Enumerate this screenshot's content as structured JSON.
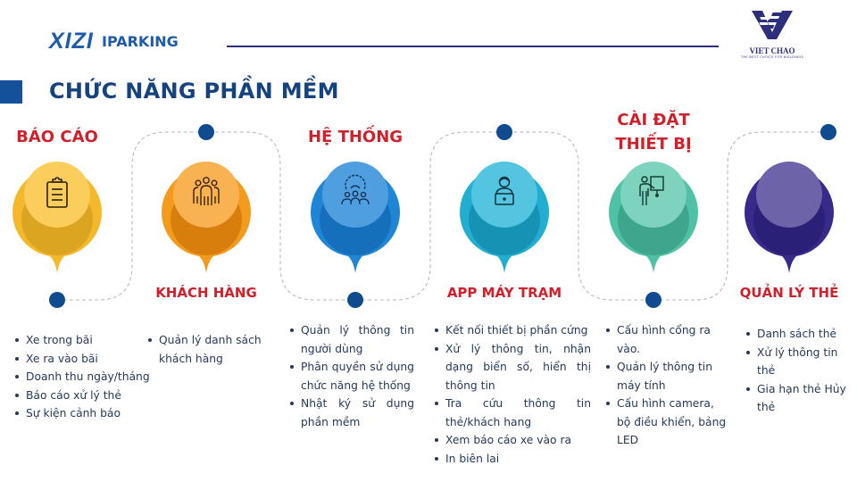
{
  "header": {
    "brand_logo": "XIZI",
    "brand_product": "IPARKING",
    "partner_logo": {
      "name": "VIET CHAO",
      "tagline": "THE BEST CHOICE FOR BUILDINGS"
    }
  },
  "page_title": "CHỨC NĂNG PHẦN MỀM",
  "colors": {
    "title": "#15437f",
    "category_label": "#d0202a",
    "connector_dot": "#0f4c8f",
    "bao_cao": "#f5b82a",
    "khach_hang": "#f49a1c",
    "he_thong": "#1f86d6",
    "app_may_tram": "#22aed1",
    "cai_dat_thiet_bi": "#4fc2a6",
    "quan_ly_the": "#372a8a"
  },
  "categories": [
    {
      "label": "BÁO CÁO",
      "icon": "clipboard-icon",
      "features": [
        "Xe trong bãi",
        "Xe ra vào bãi",
        "Doanh thu ngày/tháng",
        "Báo cáo xử lý thẻ",
        "Sự kiện cảnh báo"
      ]
    },
    {
      "label": "KHÁCH HÀNG",
      "icon": "customers-group-icon",
      "features": [
        "Quản lý danh sách khách hàng"
      ]
    },
    {
      "label": "HỆ THỐNG",
      "icon": "gear-users-icon",
      "features": [
        "Quản lý thông tin người dùng",
        "Phân quyền sử dụng chức năng hệ thống",
        "Nhật ký sử dụng phần mềm"
      ]
    },
    {
      "label": "APP MÁY TRẠM",
      "icon": "user-laptop-icon",
      "features": [
        "Kết nối thiết bị phần cứng",
        "Xử lý thông tin, nhận dạng biển số, hiển thị thông tin",
        "Tra cứu thông tin thẻ/khách hang",
        "Xem báo cáo xe vào ra",
        "In biên lai"
      ]
    },
    {
      "label_line1": "CÀI ĐẶT",
      "label_line2": "THIẾT BỊ",
      "icon": "presenter-board-icon",
      "features": [
        "Cấu hình cổng ra vào.",
        "Quản lý thông tin máy tính",
        "Cấu hình camera, bộ điều khiển, bảng LED"
      ]
    },
    {
      "label": "QUẢN LÝ THẺ",
      "icon": "none",
      "features": [
        "Danh sách thẻ",
        "Xử lý thông tin thẻ",
        "Gia hạn thẻ Hủy thẻ"
      ]
    }
  ]
}
